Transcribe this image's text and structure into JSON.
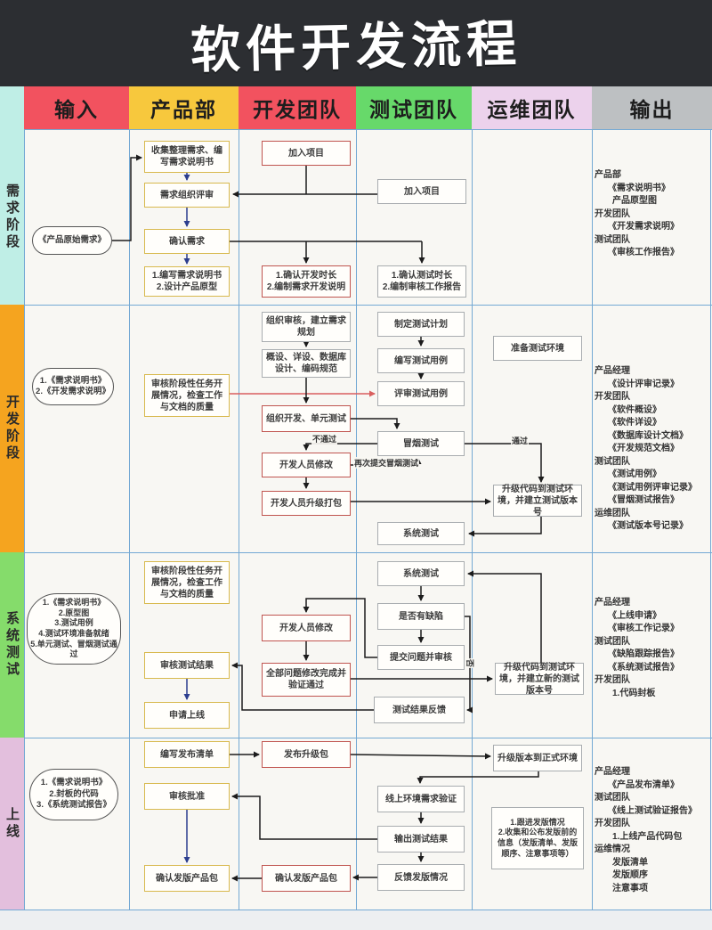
{
  "title": "软件开发流程",
  "columns": {
    "input": "输入",
    "product": "产品部",
    "dev": "开发团队",
    "test": "测试团队",
    "ops": "运维团队",
    "output": "输出"
  },
  "phases": {
    "p1": "需求阶段",
    "p2": "开发阶段",
    "p3": "系统测试",
    "p4": "上线"
  },
  "edge_labels": {
    "fail": "不通过",
    "resubmit": "再次提交冒烟测试",
    "pass": "通过",
    "no": "否"
  },
  "p1": {
    "input": "《产品原始需求》",
    "prod1": "收集整理需求、编写需求说明书",
    "prod2": "需求组织评审",
    "prod3": "确认需求",
    "prod4": "1.编写需求说明书\n2.设计产品原型",
    "dev1": "加入项目",
    "dev2": "1.确认开发时长\n2.编制需求开发说明",
    "test1": "加入项目",
    "test2": "1.确认测试时长\n2.编制审核工作报告",
    "output": "产品部\n　　《需求说明书》\n　　产品原型图\n开发团队\n　　《开发需求说明》\n测试团队\n　　《审核工作报告》"
  },
  "p2": {
    "input": "1.《需求说明书》\n2.《开发需求说明》",
    "prod1": "审核阶段性任务开展情况，检查工作与文档的质量",
    "dev1": "组织审核，建立需求规划",
    "dev2": "概设、详设、数据库设计、编码规范",
    "dev3": "组织开发、单元测试",
    "dev4": "开发人员修改",
    "dev5": "开发人员升级打包",
    "test1": "制定测试计划",
    "test2": "编写测试用例",
    "test3": "评审测试用例",
    "test4": "冒烟测试",
    "test5": "系统测试",
    "ops1": "准备测试环境",
    "ops2": "升级代码到测试环境，并建立测试版本号",
    "output": "产品经理\n　　《设计评审记录》\n开发团队\n　　《软件概设》\n　　《软件详设》\n　　《数据库设计文档》\n　　《开发规范文档》\n测试团队\n　　《测试用例》\n　　《测试用例评审记录》\n　　《冒烟测试报告》\n运维团队\n　　《测试版本号记录》"
  },
  "p3": {
    "input": "1.《需求说明书》\n2.原型图\n3.测试用例\n4.测试环境准备就绪\n5.单元测试、冒烟测试通过",
    "prod1": "审核阶段性任务开展情况，检查工作与文档的质量",
    "prod2": "审核测试结果",
    "prod3": "申请上线",
    "dev1": "开发人员修改",
    "dev2": "全部问题修改完成并验证通过",
    "test1": "系统测试",
    "test2": "是否有缺陷",
    "test3": "提交问题并审核",
    "test4": "测试结果反馈",
    "ops1": "升级代码到测试环境，并建立新的测试版本号",
    "output": "产品经理\n　　《上线申请》\n　　《审核工作记录》\n测试团队\n　　《缺陷跟踪报告》\n　　《系统测试报告》\n开发团队\n　　1.代码封板"
  },
  "p4": {
    "input": "1.《需求说明书》\n2.封板的代码\n3.《系统测试报告》",
    "prod1": "编写发布清单",
    "prod2": "审核批准",
    "prod3": "确认发版产品包",
    "dev1": "发布升级包",
    "dev2": "确认发版产品包",
    "test1": "线上环境需求验证",
    "test2": "输出测试结果",
    "test3": "反馈发版情况",
    "ops1": "升级版本到正式环境",
    "ops2": "1.跟进发版情况\n2.收集和公布发版前的信息（发版清单、发版顺序、注意事项等）",
    "output": "产品经理\n　　《产品发布清单》\n测试团队\n　　《线上测试验证报告》\n开发团队\n　　1.上线产品代码包\n运维情况\n　　发版清单\n　　发版顺序\n　　注意事项"
  },
  "colors": {
    "title_bg": "#2c2e32",
    "header_input": "#f2525f",
    "header_product": "#f7c83d",
    "header_dev": "#f2525f",
    "header_test": "#67d96a",
    "header_ops": "#ecd2ec",
    "header_output": "#bdc0c2",
    "phase_requirements": "#bfeee6",
    "phase_development": "#f5a41f",
    "phase_system_test": "#85dc6b",
    "phase_launch": "#e3bfdd",
    "box_product_border": "#d8b94e",
    "box_dev_border": "#c05550",
    "box_neutral_border": "#a9adb0",
    "grid_line": "#74a9d4",
    "arrow": "#1c1c1c",
    "arrow_alt": "#2c3e8f",
    "arrow_red": "#d95f5f"
  }
}
